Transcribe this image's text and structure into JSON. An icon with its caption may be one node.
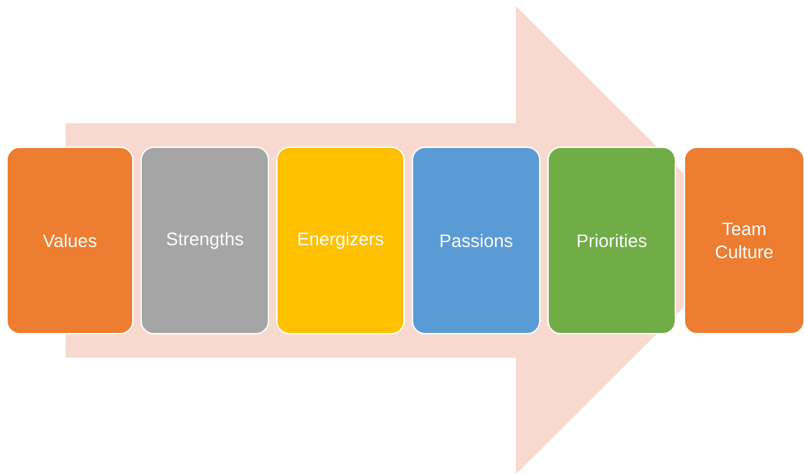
{
  "diagram": {
    "nodes": [
      {
        "text": [
          "Values"
        ]
      },
      {
        "text": [
          "Strengths"
        ]
      },
      {
        "text": [
          "Energizers"
        ]
      },
      {
        "text": [
          "Passions"
        ]
      },
      {
        "text": [
          "Priorities"
        ]
      },
      {
        "text": [
          "Team Culture"
        ]
      }
    ],
    "edges": [
      {
        "from": 0,
        "to": 5,
        "arrow": "to"
      }
    ]
  }
}
